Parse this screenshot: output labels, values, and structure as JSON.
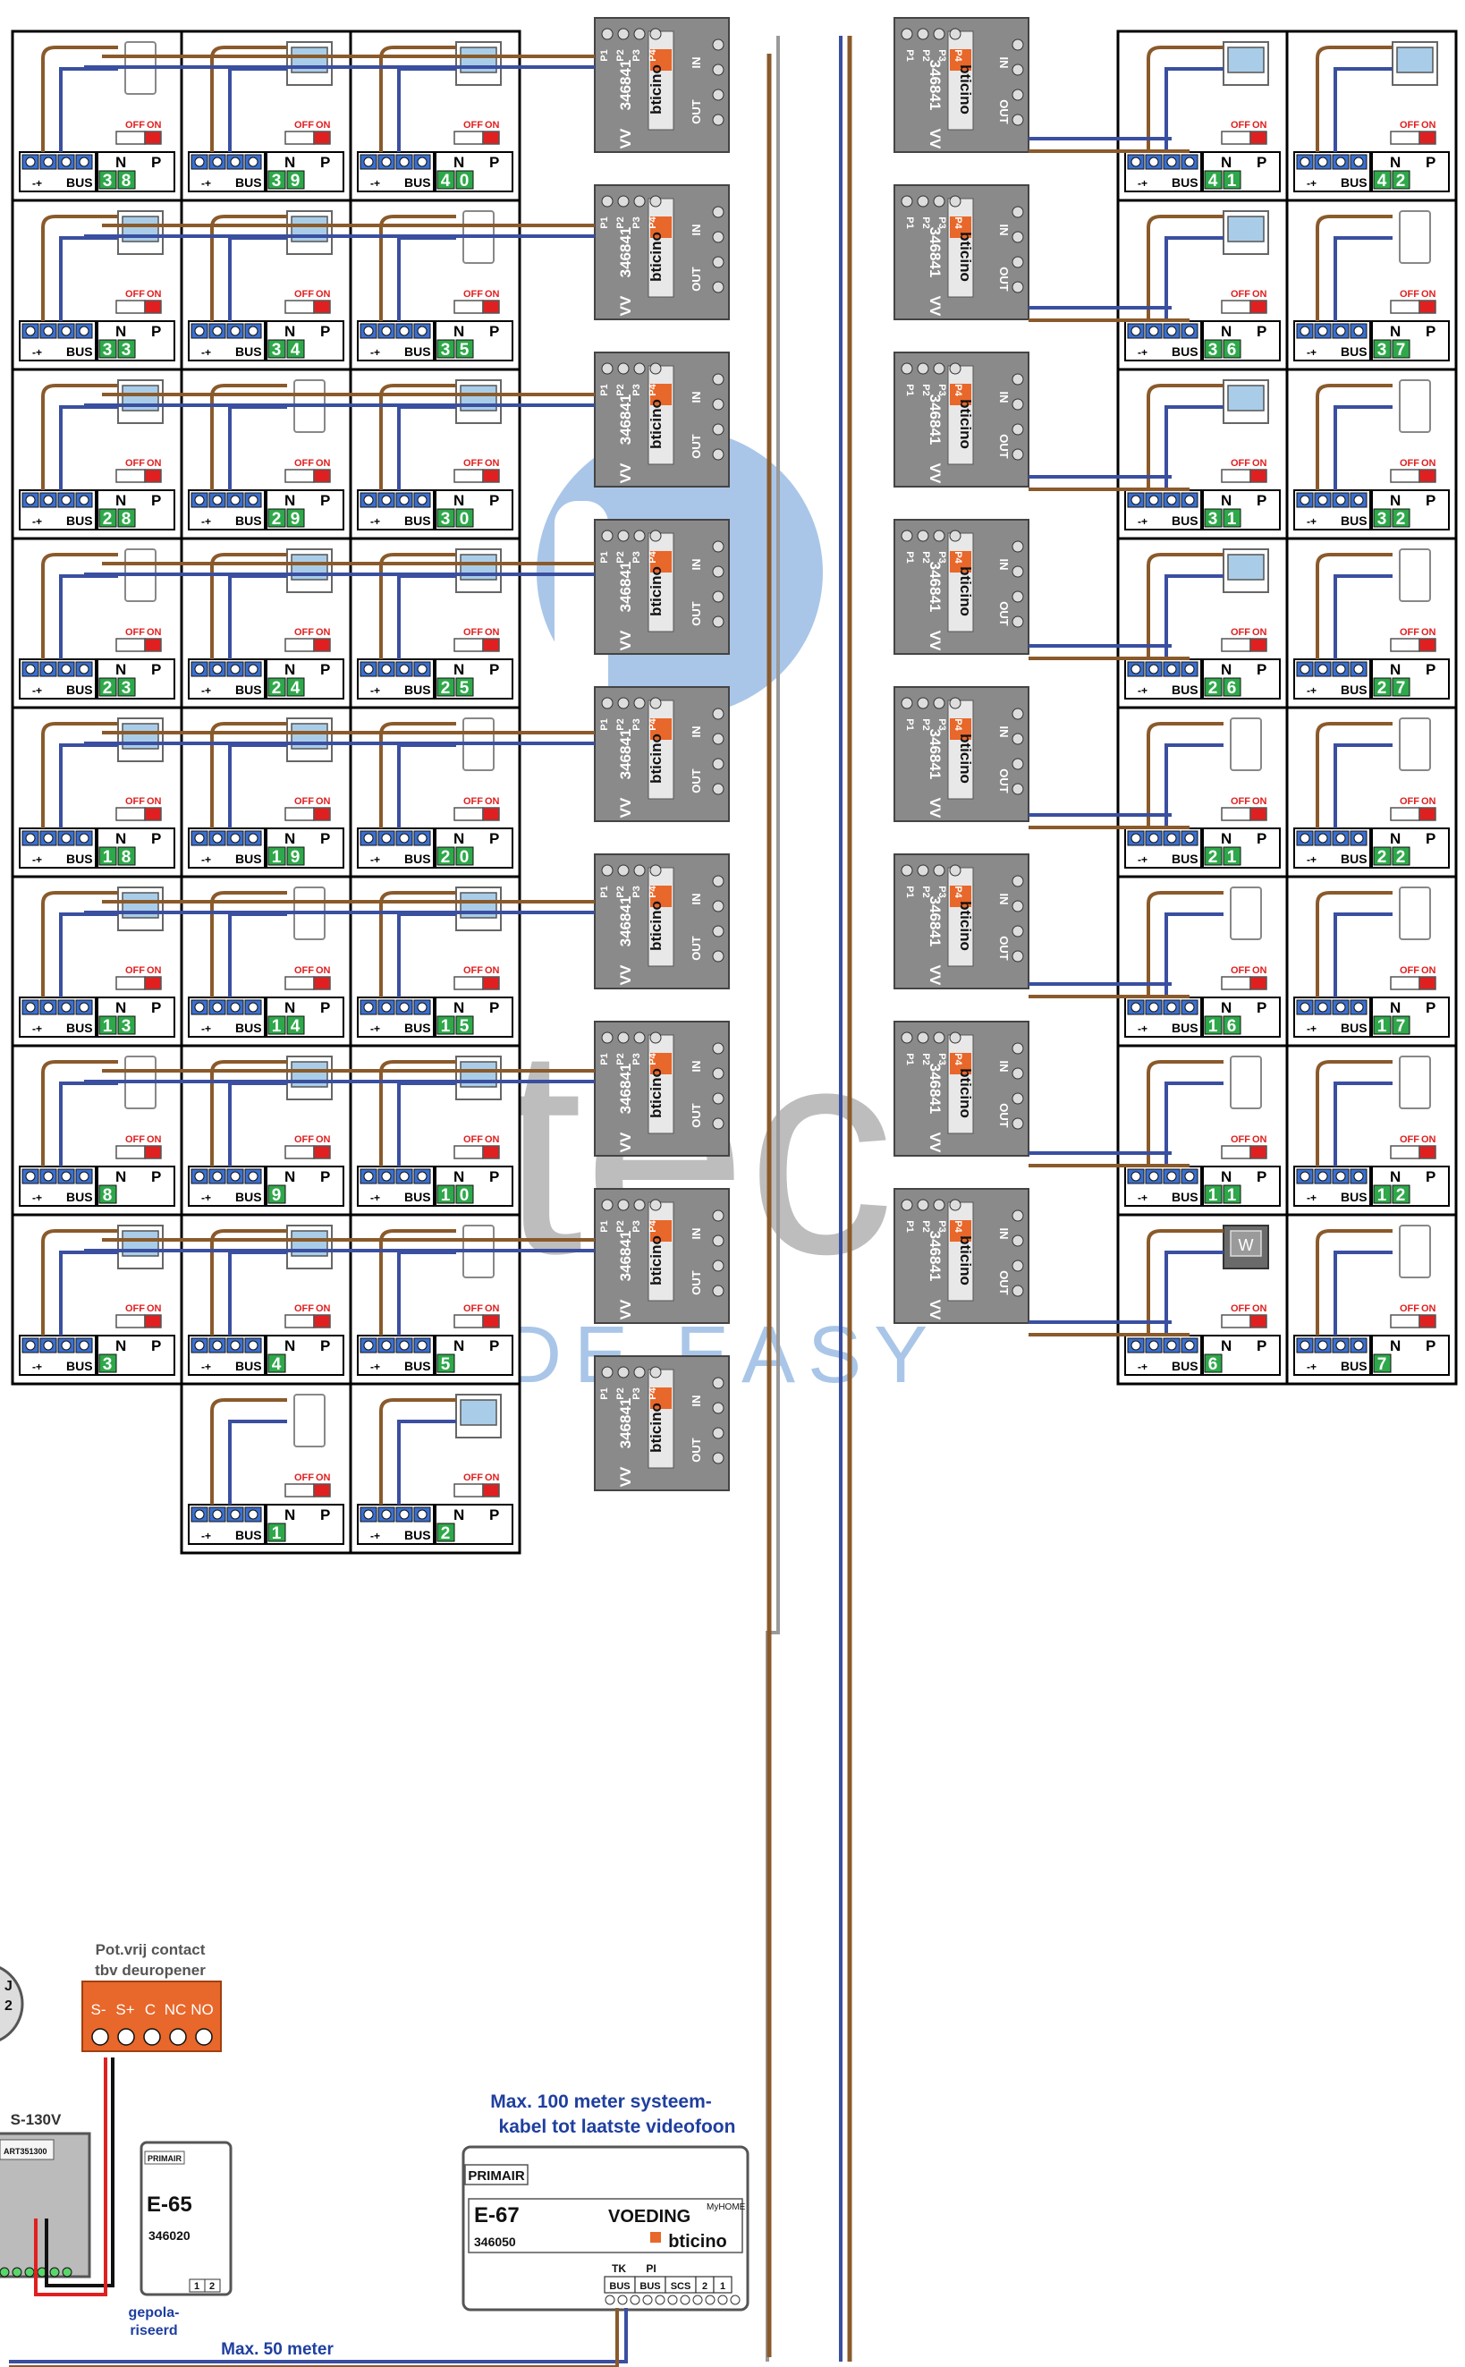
{
  "left_stations": [
    [
      "38",
      "39",
      "40"
    ],
    [
      "33",
      "34",
      "35"
    ],
    [
      "28",
      "29",
      "30"
    ],
    [
      "23",
      "24",
      "25"
    ],
    [
      "18",
      "19",
      "20"
    ],
    [
      "13",
      "14",
      "15"
    ],
    [
      "8",
      "9",
      "10"
    ],
    [
      "3",
      "4",
      "5"
    ],
    [
      "",
      "1",
      "2"
    ]
  ],
  "right_stations": [
    [
      "41",
      "42"
    ],
    [
      "36",
      "37"
    ],
    [
      "31",
      "32"
    ],
    [
      "26",
      "27"
    ],
    [
      "21",
      "22"
    ],
    [
      "16",
      "17"
    ],
    [
      "11",
      "12"
    ],
    [
      "6",
      "7"
    ]
  ],
  "station_labels": {
    "bus": "BUS",
    "n": "N",
    "p": "P",
    "off": "OFF",
    "on": "ON"
  },
  "distributor": {
    "code": "346841",
    "brand": "bticino",
    "vv": "VV",
    "ports": [
      "P1",
      "P2",
      "P3",
      "P4"
    ],
    "in": "IN",
    "out": "OUT"
  },
  "watermark": {
    "big": "tec",
    "tag": "MADE EASY"
  },
  "left_panel": {
    "contact_title_1": "Pot.vrij contact",
    "contact_title_2": "tbv deuropener",
    "contact_terminals": [
      "S-",
      "S+",
      "C",
      "NC",
      "NO"
    ],
    "s130_label": "S-130V",
    "art_label": "ART351300",
    "j_label": "J",
    "j_num": "2",
    "e65_primair": "PRIMAIR",
    "e65_name": "E-65",
    "e65_code": "346020",
    "e65_terms": [
      "1",
      "2"
    ],
    "gepolariseerd_1": "gepola-",
    "gepolariseerd_2": "riseerd",
    "max50": "Max. 50 meter"
  },
  "power_supply": {
    "note_1": "Max. 100 meter systeem-",
    "note_2": "kabel tot laatste videofoon",
    "primair": "PRIMAIR",
    "model": "E-67",
    "voeding": "VOEDING",
    "myhome": "MyHOME",
    "code": "346050",
    "brand": "bticino",
    "tk": "TK",
    "pi": "PI",
    "terminals": [
      "BUS",
      "BUS",
      "SCS",
      "2",
      "1"
    ]
  },
  "colors": {
    "wire_blue": "#3a4fa0",
    "wire_brown": "#8a5a2b",
    "grey_wire": "#9a9a9a",
    "distributor": "#8a8a8a",
    "orange": "#e8672a",
    "green": "#2ea84a",
    "red": "#e02020"
  }
}
